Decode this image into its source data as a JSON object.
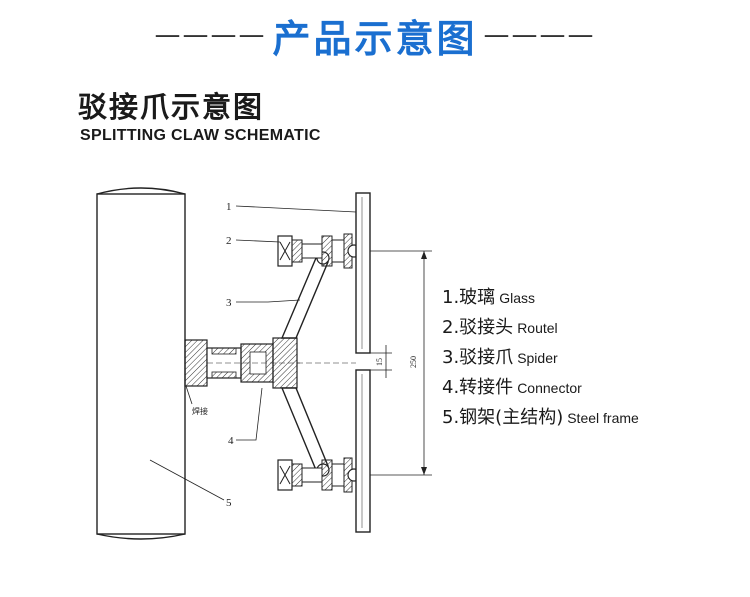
{
  "banner": {
    "title": "产品示意图",
    "dashes_left": "————",
    "dashes_right": "————",
    "title_color": "#1a6fd0"
  },
  "heading": {
    "title_cn": "驳接爪示意图",
    "title_en": "SPLITTING CLAW SCHEMATIC"
  },
  "drawing": {
    "callouts": [
      "1",
      "2",
      "3",
      "4",
      "5"
    ],
    "weld_label": "焊接",
    "dim_gap": "15",
    "dim_span": "250"
  },
  "legend": [
    {
      "num_cn": "1.玻璃",
      "en": "Glass"
    },
    {
      "num_cn": "2.驳接头",
      "en": "Routel"
    },
    {
      "num_cn": "3.驳接爪",
      "en": "Spider"
    },
    {
      "num_cn": "4.转接件",
      "en": "Connector"
    },
    {
      "num_cn": "5.钢架(主结构)",
      "en": "Steel frame"
    }
  ]
}
